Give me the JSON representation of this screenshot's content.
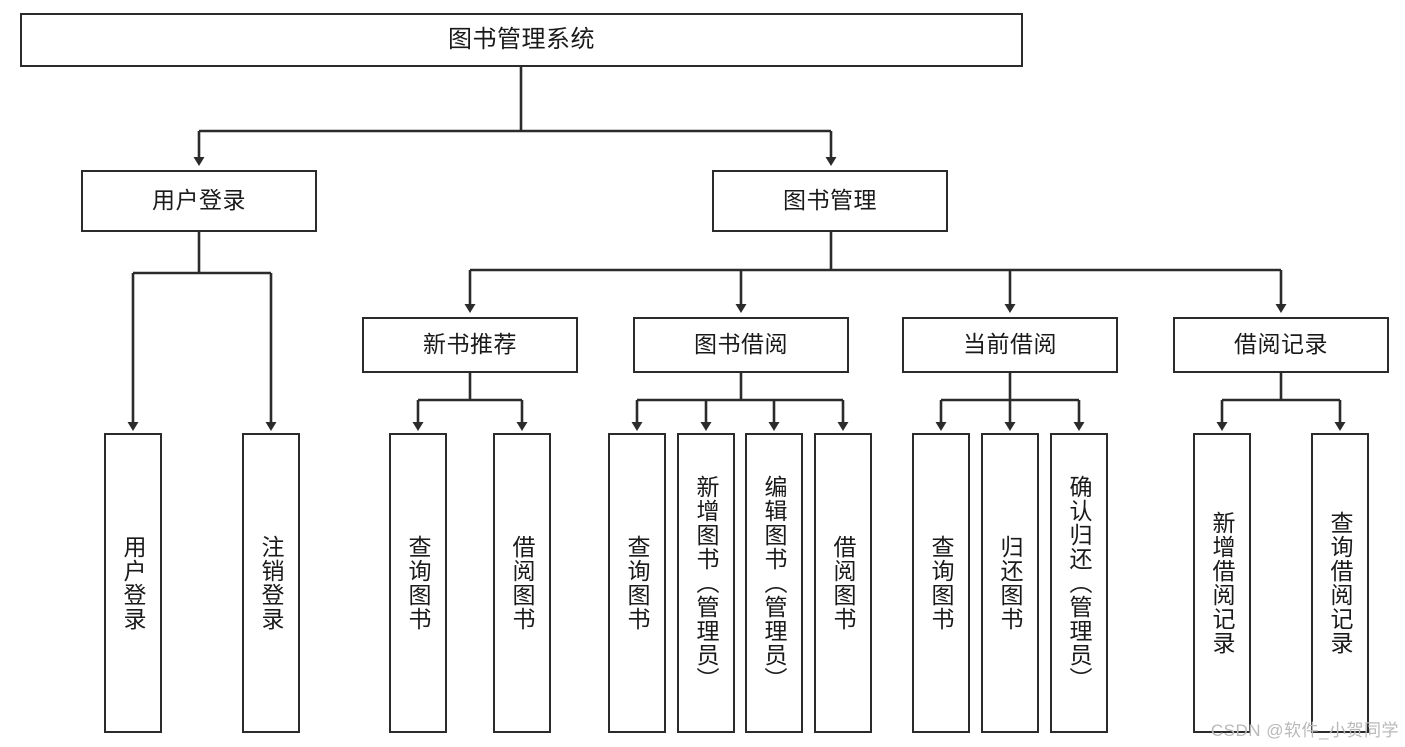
{
  "diagram": {
    "title": "图书管理系统",
    "type": "tree-hierarchy-chart",
    "watermark": "CSDN @软件_小贺同学",
    "colors": {
      "border": "#2b2b2b",
      "background": "#ffffff",
      "text": "#1a1a1a",
      "watermark": "#b9b9b9"
    }
  },
  "nodes": {
    "root": {
      "label": "图书管理系统"
    },
    "level2": [
      {
        "label": "用户登录"
      },
      {
        "label": "图书管理"
      }
    ],
    "level3": [
      {
        "label": "新书推荐"
      },
      {
        "label": "图书借阅"
      },
      {
        "label": "当前借阅"
      },
      {
        "label": "借阅记录"
      }
    ],
    "leaves": {
      "user_login": [
        {
          "label": "用户登录"
        },
        {
          "label": "注销登录"
        }
      ],
      "new_book_recommend": [
        {
          "label": "查询图书"
        },
        {
          "label": "借阅图书"
        }
      ],
      "book_borrow": [
        {
          "label": "查询图书"
        },
        {
          "label": "新增图书（管理员）"
        },
        {
          "label": "编辑图书（管理员）"
        },
        {
          "label": "借阅图书"
        }
      ],
      "current_borrow": [
        {
          "label": "查询图书"
        },
        {
          "label": "归还图书"
        },
        {
          "label": "确认归还（管理员）"
        }
      ],
      "borrow_record": [
        {
          "label": "新增借阅记录"
        },
        {
          "label": "查询借阅记录"
        }
      ]
    }
  }
}
